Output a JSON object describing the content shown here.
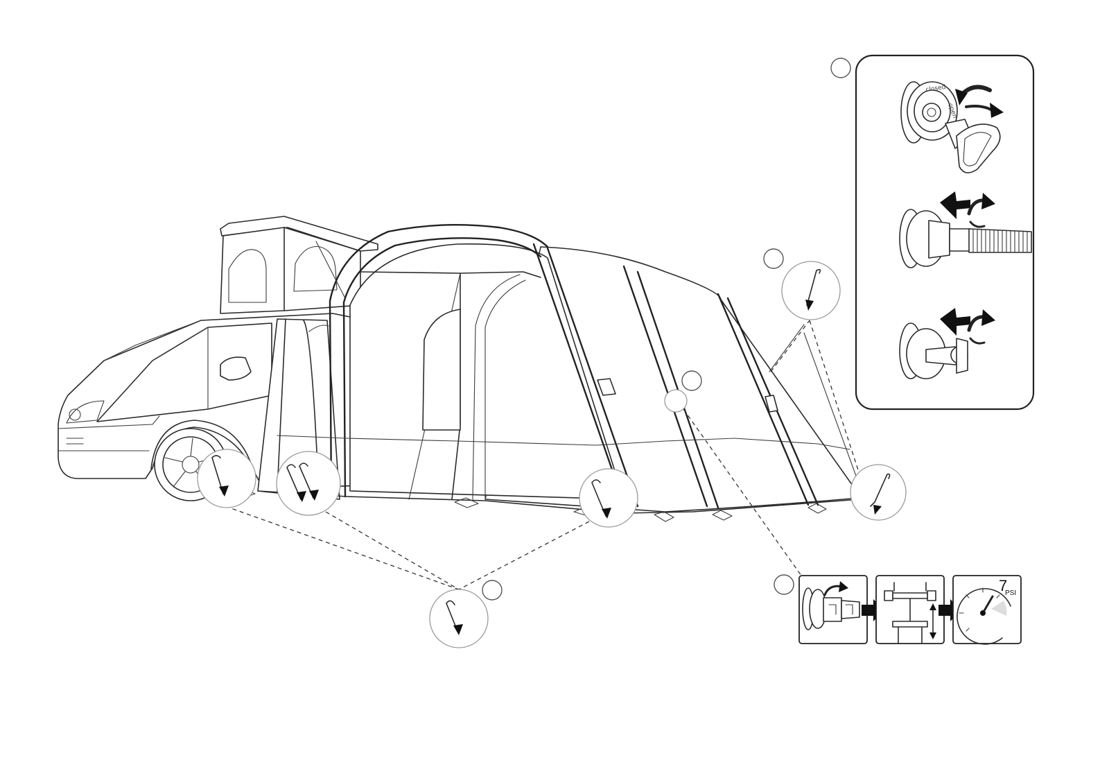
{
  "step_markers": [
    {
      "id": "valve-panel",
      "label": ""
    },
    {
      "id": "front-stake",
      "label": ""
    },
    {
      "id": "pressure-check",
      "label": ""
    },
    {
      "id": "rear-stake",
      "label": ""
    },
    {
      "id": "inflate-steps",
      "label": ""
    }
  ],
  "valve_panel": {
    "valve_text_top": "closed",
    "valve_text_side": "open"
  },
  "pressure_gauge": {
    "value": "7",
    "unit": "PSI"
  },
  "icons": [
    "rotate-arrow-icon",
    "pump-hose-icon",
    "pump-handle-icon",
    "gauge-icon",
    "tent-peg-icon",
    "arrow-right-icon"
  ],
  "colors": {
    "line": "#2a2a2a",
    "zoom_circle": "#9a9a9a",
    "background": "#ffffff"
  }
}
